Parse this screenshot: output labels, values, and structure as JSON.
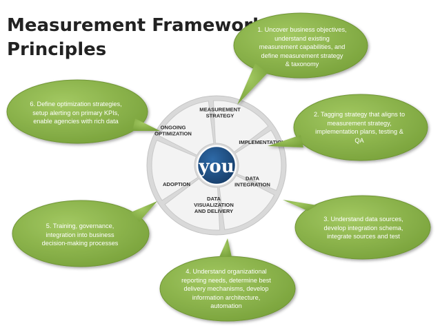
{
  "title_lines": [
    "Measurement Framework",
    "Principles"
  ],
  "center_label": "you",
  "wheel_segments": [
    {
      "lines": [
        "MEASUREMENT",
        "STRATEGY"
      ]
    },
    {
      "lines": [
        "IMPLEMENTATION"
      ]
    },
    {
      "lines": [
        "DATA",
        "INTEGRATION"
      ]
    },
    {
      "lines": [
        "DATA",
        "VISUALIZATION",
        "AND DELIVERY"
      ]
    },
    {
      "lines": [
        "ADOPTION"
      ]
    },
    {
      "lines": [
        "ONGOING",
        "OPTIMIZATION"
      ]
    }
  ],
  "bubbles": [
    {
      "lines": [
        "1. Uncover business objectives,",
        "understand existing",
        "measurement capabilities, and",
        "define measurement strategy",
        "& taxonomy"
      ]
    },
    {
      "lines": [
        "2. Tagging strategy that aligns to",
        "measurement strategy,",
        "implementation plans, testing &",
        "QA"
      ]
    },
    {
      "lines": [
        "3. Understand data sources,",
        "develop integration schema,",
        "integrate sources and test"
      ]
    },
    {
      "lines": [
        "4. Understand organizational",
        "reporting needs, determine best",
        "delivery mechanisms, develop",
        "information architecture,",
        "automation"
      ]
    },
    {
      "lines": [
        "5. Training, governance,",
        "integration into business",
        "decision-making processes"
      ]
    },
    {
      "lines": [
        "6. Define optimization strategies,",
        "setup alerting on primary KPIs,",
        "enable agencies with rich data"
      ]
    }
  ],
  "colors": {
    "bubble_fill": "#8db54a",
    "bubble_stroke": "#6f9535",
    "wheel_outer": "#dcdcdc",
    "wheel_segment": "#f3f3f3",
    "center_fill": "#1f4c80",
    "segment_text": "#2b2b2b"
  }
}
